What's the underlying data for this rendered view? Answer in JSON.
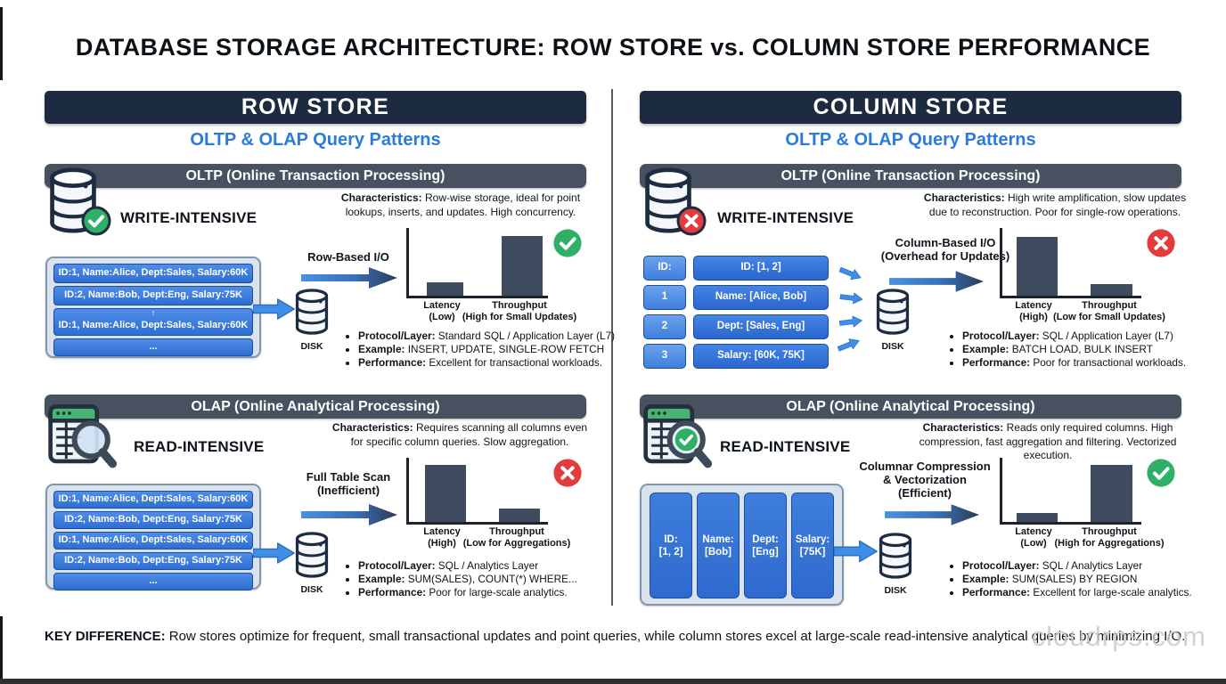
{
  "title": "DATABASE STORAGE ARCHITECTURE: ROW STORE vs. COLUMN STORE PERFORMANCE",
  "labels": {
    "disk": "DISK"
  },
  "colors": {
    "header_navy": "#1d2b40",
    "section_slate": "#47515f",
    "accent_blue": "#2b7bdc",
    "row_blue": "#2f6ed2",
    "bar_slate": "#3f4b5e",
    "good_green": "#2fb066",
    "bad_red": "#e23c3c"
  },
  "key_difference": {
    "bold": "KEY DIFFERENCE:",
    "text": " Row stores optimize for frequent, small transactional updates and point queries, while column stores excel at large-scale read-intensive analytical queries by minimizing I/O."
  },
  "watermark": "cloudrps.com",
  "row_store": {
    "header": "ROW STORE",
    "subtitle": "OLTP & OLAP Query Patterns",
    "oltp": {
      "section_title": "OLTP (Online Transaction Processing)",
      "workload": "WRITE-INTENSIVE",
      "status": "good",
      "characteristics": {
        "bold": "Characteristics:",
        "text": " Row-wise storage, ideal for point lookups, inserts, and updates. High concurrency."
      },
      "rows": [
        "ID:1, Name:Alice, Dept:Sales, Salary:60K",
        "ID:2, Name:Bob, Dept:Eng, Salary:75K",
        "ID:1, Name:Alice, Dept:Sales, Salary:60K",
        "..."
      ],
      "insert_marker": "↑",
      "io_label": [
        "Row-Based I/O"
      ],
      "chart": {
        "type": "bar",
        "bars": [
          {
            "label": "Latency",
            "sub": "(Low)",
            "value": 0.2
          },
          {
            "label": "Throughput",
            "sub": "(High for Small Updates)",
            "value": 0.9
          }
        ]
      },
      "bullets": [
        {
          "bold": "Protocol/Layer:",
          "text": " Standard SQL / Application Layer (L7)"
        },
        {
          "bold": "Example:",
          "text": " INSERT, UPDATE, SINGLE-ROW FETCH"
        },
        {
          "bold": "Performance:",
          "text": " Excellent for transactional workloads."
        }
      ]
    },
    "olap": {
      "section_title": "OLAP (Online Analytical Processing)",
      "workload": "READ-INTENSIVE",
      "status": "bad",
      "characteristics": {
        "bold": "Characteristics:",
        "text": " Requires scanning all columns even for specific column queries. Slow aggregation."
      },
      "rows": [
        "ID:1, Name:Alice, Dept:Sales, Salary:60K",
        "ID:2, Name:Bob, Dept:Eng, Salary:75K",
        "ID:1, Name:Alice, Dept:Sales, Salary:60K",
        "ID:2, Name:Bob, Dept:Eng, Salary:75K",
        "..."
      ],
      "io_label": [
        "Full Table Scan",
        "(Inefficient)"
      ],
      "chart": {
        "type": "bar",
        "bars": [
          {
            "label": "Latency",
            "sub": "(High)",
            "value": 0.9
          },
          {
            "label": "Throughput",
            "sub": "(Low for Aggregations)",
            "value": 0.2
          }
        ]
      },
      "bullets": [
        {
          "bold": "Protocol/Layer:",
          "text": " SQL / Analytics Layer"
        },
        {
          "bold": "Example:",
          "text": " SUM(SALES), COUNT(*) WHERE..."
        },
        {
          "bold": "Performance:",
          "text": " Poor for large-scale analytics."
        }
      ]
    }
  },
  "column_store": {
    "header": "COLUMN STORE",
    "subtitle": "OLTP & OLAP Query Patterns",
    "oltp": {
      "section_title": "OLTP (Online Transaction Processing)",
      "workload": "WRITE-INTENSIVE",
      "status": "bad",
      "characteristics": {
        "bold": "Characteristics:",
        "text": " High write amplification, slow updates due to reconstruction. Poor for single-row operations."
      },
      "index_cells": [
        "ID:",
        "1",
        "2",
        "3"
      ],
      "column_cells": [
        "ID: [1, 2]",
        "Name: [Alice, Bob]",
        "Dept: [Sales, Eng]",
        "Salary: [60K, 75K]"
      ],
      "io_label": [
        "Column-Based I/O",
        "(Overhead for Updates)"
      ],
      "chart": {
        "type": "bar",
        "bars": [
          {
            "label": "Latency",
            "sub": "(High)",
            "value": 0.9
          },
          {
            "label": "Throughput",
            "sub": "(Low for Small Updates)",
            "value": 0.2
          }
        ]
      },
      "bullets": [
        {
          "bold": "Protocol/Layer:",
          "text": " SQL / Application Layer (L7)"
        },
        {
          "bold": "Example:",
          "text": " BATCH LOAD, BULK INSERT"
        },
        {
          "bold": "Performance:",
          "text": " Poor for transactional workloads."
        }
      ]
    },
    "olap": {
      "section_title": "OLAP (Online Analytical Processing)",
      "workload": "READ-INTENSIVE",
      "status": "good",
      "characteristics": {
        "bold": "Characteristics:",
        "text": " Reads only required columns. High compression, fast aggregation and filtering. Vectorized execution."
      },
      "columns": [
        [
          "ID:",
          "[1, 2]"
        ],
        [
          "Name:",
          "[Bob]"
        ],
        [
          "Dept:",
          "[Eng]"
        ],
        [
          "Salary:",
          "[75K]"
        ]
      ],
      "io_label": [
        "Columnar Compression",
        "& Vectorization",
        "(Efficient)"
      ],
      "chart": {
        "type": "bar",
        "bars": [
          {
            "label": "Latency",
            "sub": "(Low)",
            "value": 0.15
          },
          {
            "label": "Throughput",
            "sub": "(High for Aggregations)",
            "value": 0.9
          }
        ]
      },
      "bullets": [
        {
          "bold": "Protocol/Layer:",
          "text": " SQL / Analytics Layer"
        },
        {
          "bold": "Example:",
          "text": " SUM(SALES) BY REGION"
        },
        {
          "bold": "Performance:",
          "text": " Excellent for large-scale analytics."
        }
      ]
    }
  }
}
